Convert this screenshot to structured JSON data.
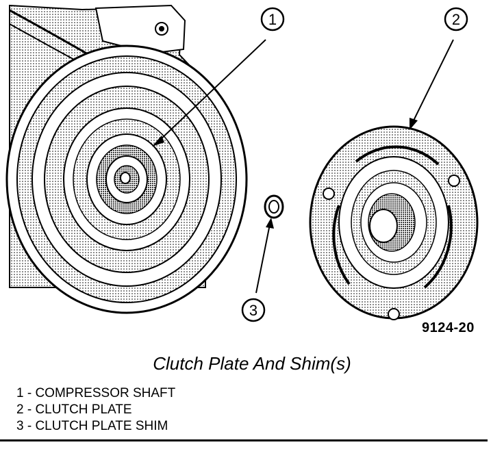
{
  "figure": {
    "callouts": [
      {
        "number": "1"
      },
      {
        "number": "2"
      },
      {
        "number": "3"
      }
    ],
    "figure_id": "9124-20"
  },
  "caption": "Clutch Plate And Shim(s)",
  "legend": [
    "1 - COMPRESSOR SHAFT",
    "2 - CLUTCH PLATE",
    "3 - CLUTCH PLATE SHIM"
  ]
}
